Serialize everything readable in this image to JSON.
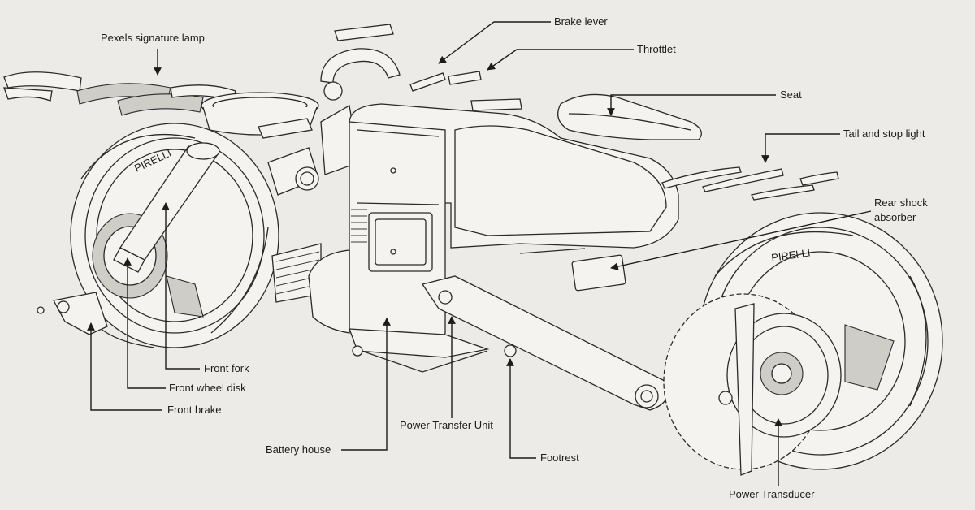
{
  "labels": {
    "pexels_signature_lamp": "Pexels signature lamp",
    "brake_lever": "Brake lever",
    "throttlet": "Throttlet",
    "seat": "Seat",
    "tail_and_stop_light": "Tail and stop light",
    "rear_shock_absorber_1": "Rear shock",
    "rear_shock_absorber_2": "absorber",
    "front_fork": "Front fork",
    "front_wheel_disk": "Front wheel disk",
    "front_brake": "Front brake",
    "power_transfer_unit": "Power Transfer Unit",
    "battery_house": "Battery house",
    "footrest": "Footrest",
    "power_transducer": "Power Transducer"
  },
  "tire_brand": "PIRELLI",
  "colors": {
    "background": "#ecebe7",
    "ink": "#1c1c1c"
  }
}
